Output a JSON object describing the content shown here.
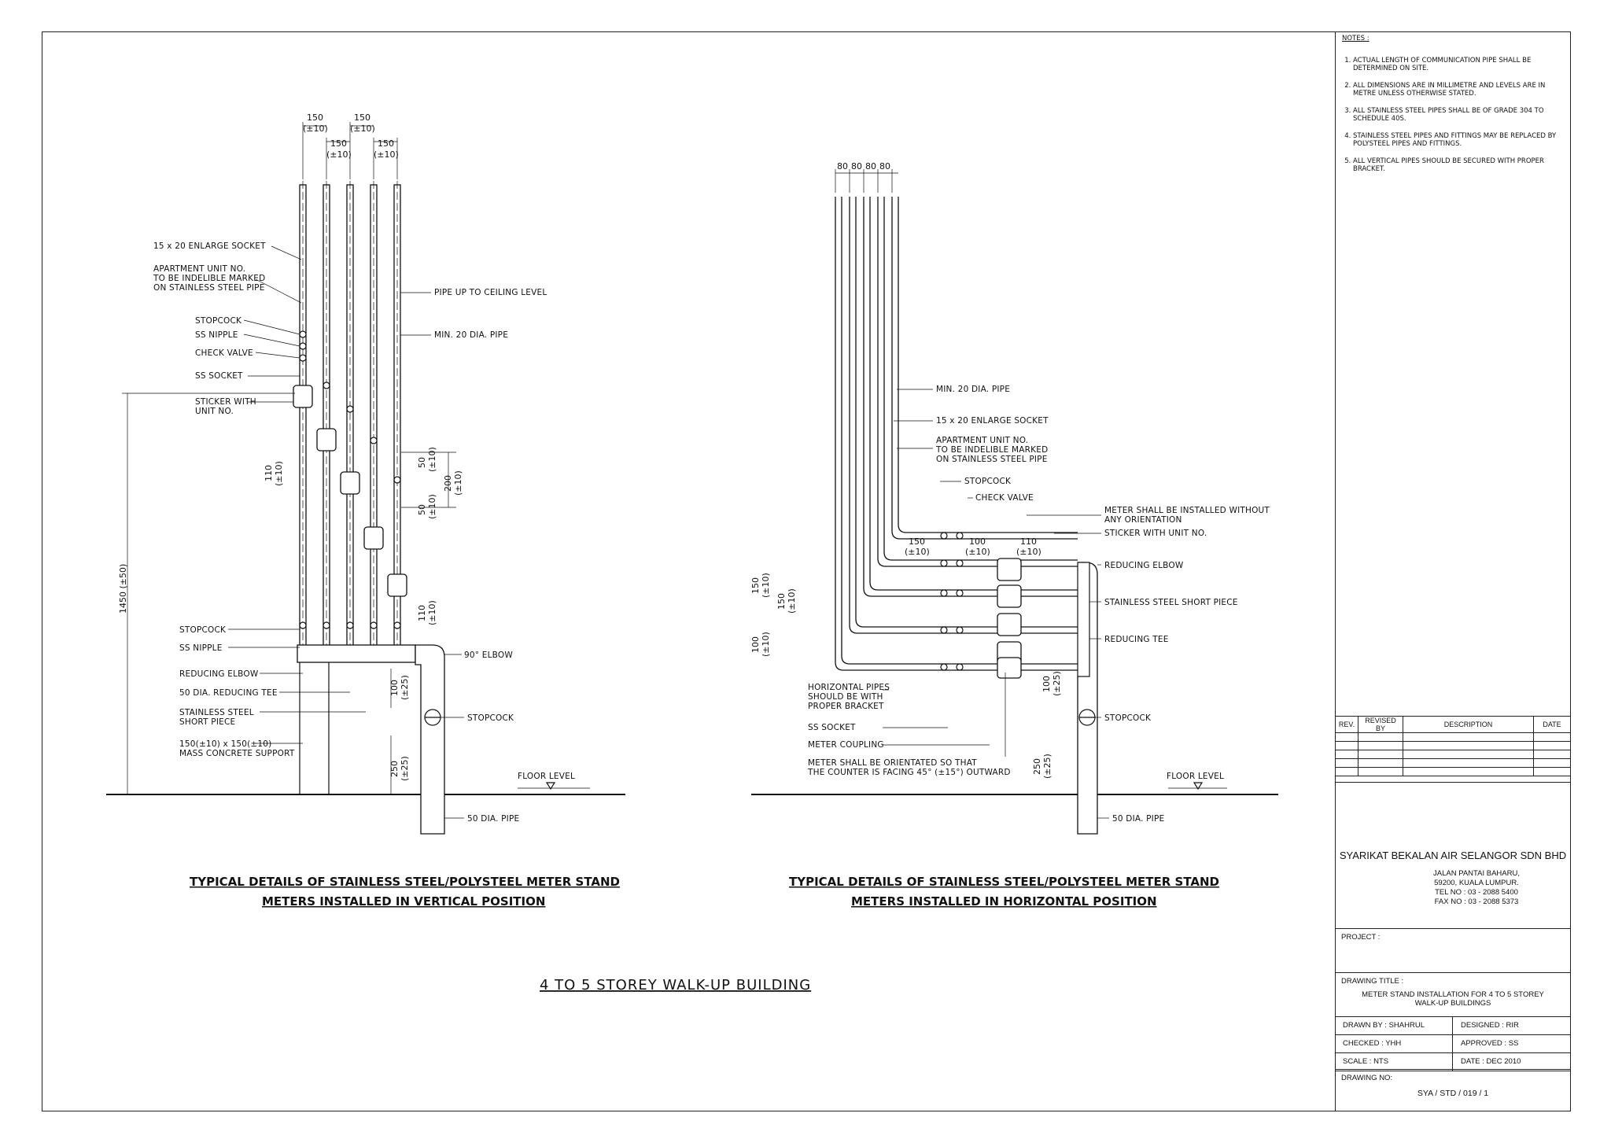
{
  "vertical": {
    "dims_top": [
      "150",
      "(±10)",
      "150",
      "(±10)",
      "150",
      "(±10)",
      "150",
      "(±10)"
    ],
    "labels_left": [
      "15 x 20 ENLARGE SOCKET",
      "APARTMENT UNIT NO.",
      "TO BE INDELIBLE MARKED",
      "ON STAINLESS STEEL PIPE",
      "STOPCOCK",
      "SS NIPPLE",
      "CHECK VALVE",
      "SS SOCKET",
      "STICKER WITH",
      "UNIT NO.",
      "STOPCOCK",
      "SS NIPPLE",
      "REDUCING ELBOW",
      "50 DIA. REDUCING TEE",
      "STAINLESS STEEL",
      "SHORT PIECE",
      "150(±10) x 150(±10)",
      "MASS CONCRETE SUPPORT"
    ],
    "labels_right": [
      "PIPE UP TO CEILING LEVEL",
      "MIN. 20 DIA. PIPE",
      "90° ELBOW",
      "STOPCOCK",
      "FLOOR LEVEL",
      "50 DIA. PIPE"
    ],
    "dims_side": [
      "1450 (±50)",
      "110",
      "(±10)",
      "50",
      "(±10)",
      "200",
      "(±10)",
      "50",
      "(±10)",
      "110",
      "(±10)",
      "100",
      "(±25)",
      "250",
      "(±25)"
    ],
    "caption_1": "TYPICAL DETAILS OF STAINLESS STEEL/POLYSTEEL METER STAND",
    "caption_2": "METERS INSTALLED IN VERTICAL POSITION"
  },
  "horizontal": {
    "dims_top": [
      "80",
      "80",
      "80",
      "80"
    ],
    "labels_right": [
      "MIN. 20 DIA. PIPE",
      "15 x 20 ENLARGE SOCKET",
      "APARTMENT UNIT NO.",
      "TO BE INDELIBLE MARKED",
      "ON STAINLESS STEEL PIPE",
      "STOPCOCK",
      "CHECK VALVE",
      "METER SHALL BE INSTALLED WITHOUT",
      "ANY ORIENTATION",
      "STICKER WITH UNIT NO.",
      "REDUCING ELBOW",
      "STAINLESS STEEL SHORT PIECE",
      "REDUCING TEE",
      "STOPCOCK",
      "FLOOR LEVEL",
      "50 DIA. PIPE"
    ],
    "labels_left": [
      "HORIZONTAL PIPES",
      "SHOULD BE WITH",
      "PROPER BRACKET",
      "SS SOCKET",
      "METER COUPLING",
      "METER SHALL BE ORIENTATED SO THAT",
      "THE COUNTER IS FACING 45° (±15°) OUTWARD"
    ],
    "dims": [
      "150",
      "(±10)",
      "100",
      "(±10)",
      "110",
      "(±10)",
      "150",
      "(±10)",
      "150",
      "(±10)",
      "100",
      "(±10)",
      "100",
      "(±25)",
      "250",
      "(±25)"
    ],
    "caption_1": "TYPICAL DETAILS OF STAINLESS STEEL/POLYSTEEL METER STAND",
    "caption_2": "METERS INSTALLED IN HORIZONTAL POSITION"
  },
  "main_title": "4 TO 5 STOREY WALK-UP BUILDING",
  "notes": {
    "heading": "NOTES :",
    "items": [
      "ACTUAL LENGTH OF COMMUNICATION PIPE SHALL BE DETERMINED ON SITE.",
      "ALL DIMENSIONS ARE IN MILLIMETRE AND LEVELS ARE IN METRE UNLESS OTHERWISE STATED.",
      "ALL STAINLESS STEEL PIPES SHALL BE OF GRADE 304 TO SCHEDULE 40S.",
      "STAINLESS STEEL PIPES AND FITTINGS MAY BE REPLACED BY POLYSTEEL PIPES AND FITTINGS.",
      "ALL VERTICAL PIPES SHOULD BE SECURED WITH PROPER BRACKET."
    ]
  },
  "revision_table": {
    "rev": "REV.",
    "revised_by": "REVISED BY",
    "description": "DESCRIPTION",
    "date": "DATE"
  },
  "company": {
    "name": "SYARIKAT BEKALAN AIR SELANGOR SDN BHD",
    "address_1": "JALAN PANTAI BAHARU,",
    "address_2": "59200, KUALA LUMPUR.",
    "tel": "TEL NO : 03 - 2088 5400",
    "fax": "FAX NO : 03 - 2088 5373"
  },
  "project_label": "PROJECT :",
  "drawing_title_label": "DRAWING TITLE :",
  "drawing_title_1": "METER STAND INSTALLATION FOR 4 TO 5 STOREY",
  "drawing_title_2": "WALK-UP BUILDINGS",
  "drawn_by": "DRAWN BY : SHAHRUL",
  "designed": "DESIGNED :  RIR",
  "checked": "CHECKED :  YHH",
  "approved": "APPROVED :  SS",
  "scale": "SCALE : NTS",
  "date": "DATE :  DEC 2010",
  "drawing_no_label": "DRAWING NO:",
  "drawing_no": "SYA / STD / 019 / 1"
}
